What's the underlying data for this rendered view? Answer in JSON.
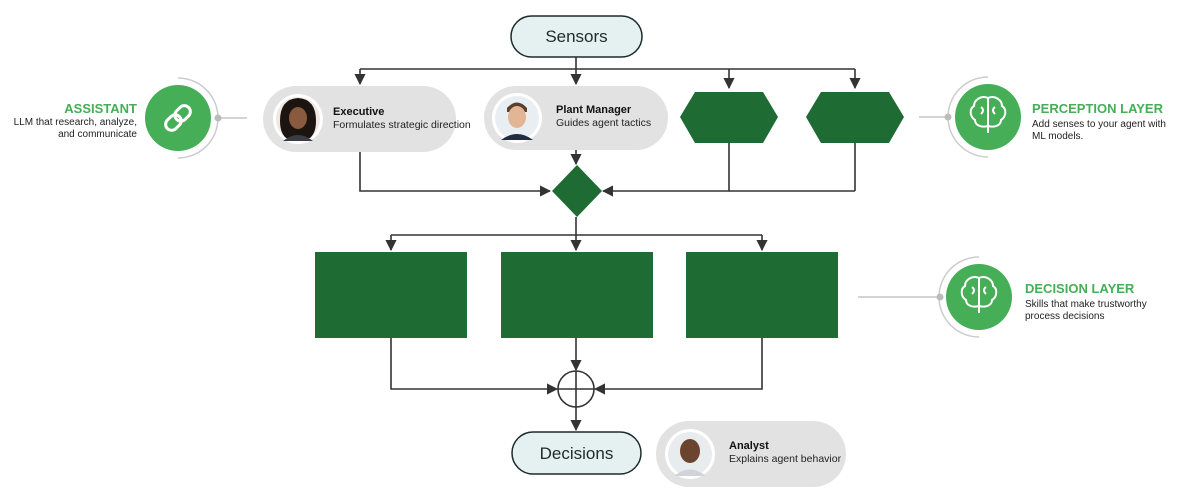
{
  "colors": {
    "green": "#1e6b33",
    "green_light": "#45ae57",
    "node_fill": "#e5f1f1",
    "pill_fill": "#e2e2e2",
    "line": "#333333"
  },
  "sensors": {
    "label": "Sensors"
  },
  "decisions": {
    "label": "Decisions"
  },
  "roles": {
    "executive": {
      "title": "Executive",
      "subtitle": "Formulates strategic direction"
    },
    "plant_manager": {
      "title": "Plant Manager",
      "subtitle": "Guides agent tactics"
    },
    "analyst": {
      "title": "Analyst",
      "subtitle": "Explains agent behavior"
    }
  },
  "assistant": {
    "title": "ASSISTANT",
    "desc": [
      "LLM that research, analyze,",
      "and communicate"
    ],
    "icon": "link-icon"
  },
  "perception": {
    "title": "PERCEPTION LAYER",
    "desc": [
      "Add senses to your agent with",
      "ML models."
    ],
    "icon": "brain-icon"
  },
  "decision_layer": {
    "title": "DECISION LAYER",
    "desc": [
      "Skills that make trustworthy",
      "process decisions"
    ],
    "icon": "brain-icon"
  }
}
